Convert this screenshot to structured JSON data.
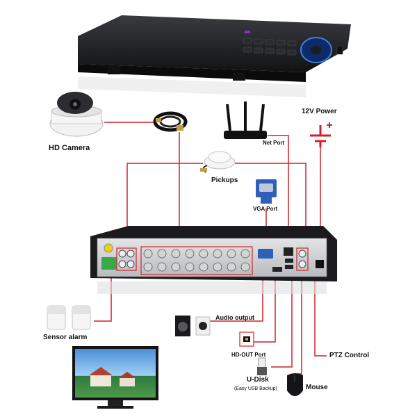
{
  "labels": {
    "hd_camera": "HD Camera",
    "net_port": "Net Port",
    "power": "12V Power",
    "pickups": "Pickups",
    "vga_port": "VGA Port",
    "audio_output": "Audio output",
    "sensor_alarm": "Sensor alarm",
    "hd_out_port": "HD-OUT Port",
    "ptz_control": "PTZ Control",
    "udisk": "U-Disk",
    "udisk_sub": "(Easy USB Backup)",
    "mouse": "Mouse"
  },
  "colors": {
    "line": "#d0212a",
    "device": "#1a1a1c",
    "panel": "#cfd1d4"
  },
  "icons": [
    "dvr-front-icon",
    "camera-icon",
    "cable-icon",
    "router-icon",
    "power-icon",
    "microphone-icon",
    "vga-icon",
    "speaker-icon",
    "sensor-icon",
    "hdmi-icon",
    "usb-icon",
    "mouse-icon",
    "monitor-icon"
  ]
}
